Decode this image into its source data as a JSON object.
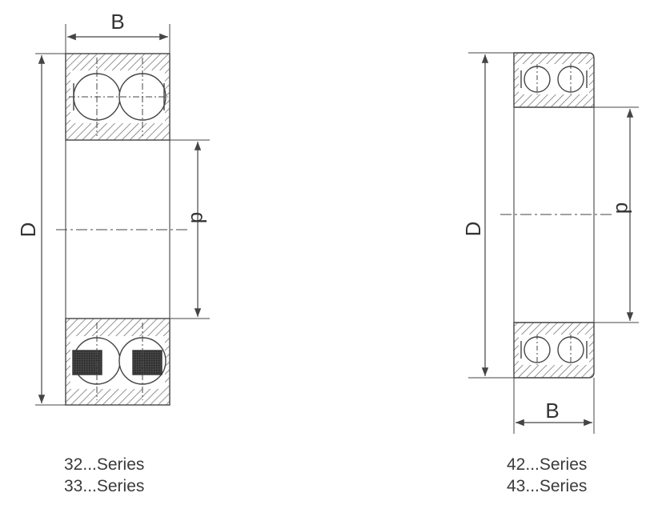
{
  "left_bearing": {
    "width_label": "B",
    "outer_diameter_label": "D",
    "bore_label": "d",
    "series": [
      "32...Series",
      "33...Series"
    ]
  },
  "right_bearing": {
    "width_label": "B",
    "outer_diameter_label": "D",
    "bore_label": "d",
    "series": [
      "42...Series",
      "43...Series"
    ]
  }
}
